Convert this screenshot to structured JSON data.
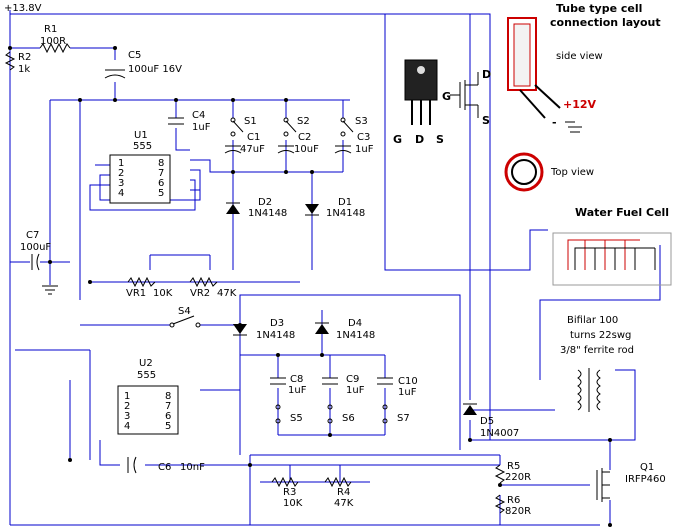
{
  "supply": {
    "label": "+13.8V"
  },
  "components": {
    "R1": {
      "name": "R1",
      "value": "100R"
    },
    "R2": {
      "name": "R2",
      "value": "1k"
    },
    "C5": {
      "name": "C5",
      "value": "100uF 16V"
    },
    "C4": {
      "name": "C4",
      "value": "1uF"
    },
    "U1": {
      "name": "U1",
      "part": "555"
    },
    "S1": {
      "name": "S1"
    },
    "S2": {
      "name": "S2"
    },
    "S3": {
      "name": "S3"
    },
    "C1": {
      "name": "C1",
      "value": "47uF"
    },
    "C2": {
      "name": "C2",
      "value": "10uF"
    },
    "C3": {
      "name": "C3",
      "value": "1uF"
    },
    "D1": {
      "name": "D1",
      "part": "1N4148"
    },
    "D2": {
      "name": "D2",
      "part": "1N4148"
    },
    "C7": {
      "name": "C7",
      "value": "100uF"
    },
    "VR1": {
      "name": "VR1",
      "value": "10K"
    },
    "VR2": {
      "name": "VR2",
      "value": "47K"
    },
    "S4": {
      "name": "S4"
    },
    "D3": {
      "name": "D3",
      "part": "1N4148"
    },
    "D4": {
      "name": "D4",
      "part": "1N4148"
    },
    "U2": {
      "name": "U2",
      "part": "555"
    },
    "C8": {
      "name": "C8",
      "value": "1uF"
    },
    "C9": {
      "name": "C9",
      "value": "1uF"
    },
    "C10": {
      "name": "C10",
      "value": "1uF"
    },
    "S5": {
      "name": "S5"
    },
    "S6": {
      "name": "S6"
    },
    "S7": {
      "name": "S7"
    },
    "C6": {
      "name": "C6",
      "value": "10nF"
    },
    "R3": {
      "name": "R3",
      "value": "10K"
    },
    "R4": {
      "name": "R4",
      "value": "47K"
    },
    "R5": {
      "name": "R5",
      "value": "220R"
    },
    "R6": {
      "name": "R6",
      "value": "820R"
    },
    "Q1": {
      "name": "Q1",
      "part": "IRFP460"
    },
    "D5": {
      "name": "D5",
      "part": "1N4007"
    }
  },
  "ic_pins": {
    "left": [
      "1",
      "2",
      "3",
      "4"
    ],
    "right": [
      "8",
      "7",
      "6",
      "5"
    ]
  },
  "mosfet_pins": {
    "G": "G",
    "D": "D",
    "S": "S"
  },
  "tube": {
    "title_line1": "Tube type cell",
    "title_line2": "connection layout",
    "side_view": "side view",
    "top_view": "Top view",
    "plus_label": "+12V",
    "minus_label": "-"
  },
  "water_cell": {
    "title": "Water Fuel Cell"
  },
  "coil": {
    "line1": "Bifilar 100",
    "line2": "turns 22swg",
    "line3": "3/8\" ferrite rod"
  }
}
